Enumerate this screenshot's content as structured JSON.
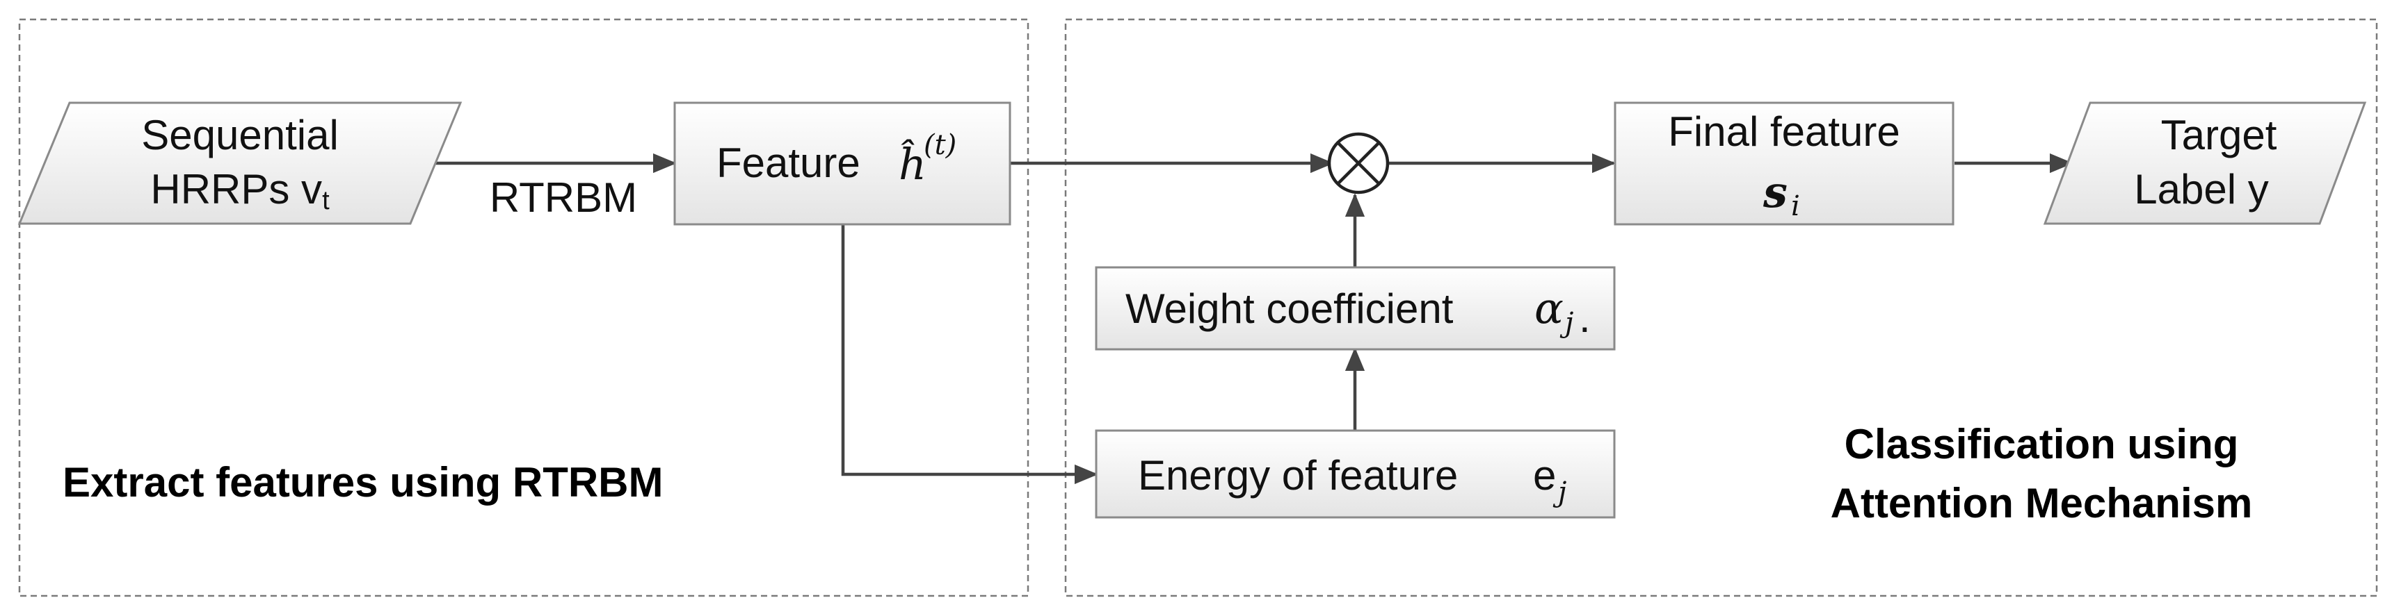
{
  "panels": {
    "left_title": "Extract features using RTRBM",
    "right_title_line1": "Classification using",
    "right_title_line2": "Attention Mechanism"
  },
  "nodes": {
    "input_line1": "Sequential",
    "input_line2": "HRRPs v",
    "input_sub": "t",
    "feature_label": "Feature",
    "feature_symbol": "ĥ",
    "feature_superscript": "(t)",
    "energy_label": "Energy of feature",
    "energy_symbol": "e",
    "energy_sub": "j",
    "weight_label": "Weight coefficient",
    "weight_symbol": "α",
    "weight_sub": "j",
    "weight_suffix": ".",
    "multiply_symbol": "⊗",
    "final_label": "Final feature",
    "final_symbol": "s",
    "final_sub": "i",
    "target_line1": "Target",
    "target_line2": "Label y"
  },
  "edges": {
    "input_to_feature": "RTRBM"
  },
  "colors": {
    "node_fill_top": "#ffffff",
    "node_fill_bottom": "#e6e6e6",
    "node_stroke": "#8a8a8a",
    "edge": "#444444",
    "frame": "#7a7a7a"
  }
}
